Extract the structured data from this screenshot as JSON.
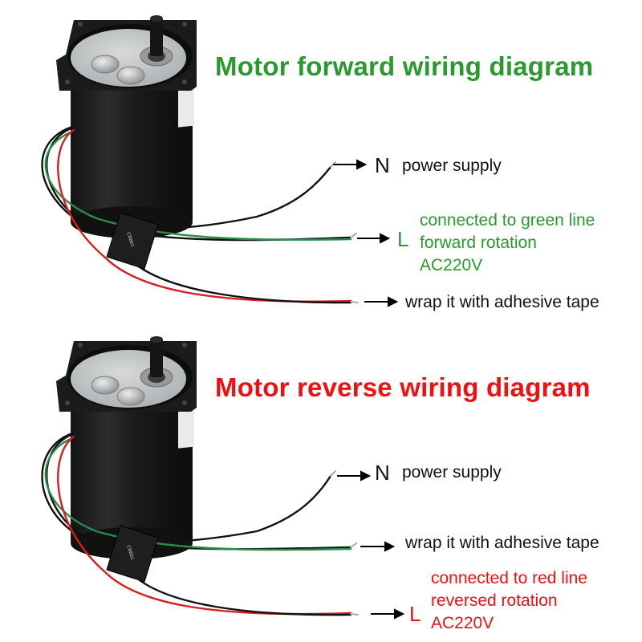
{
  "colors": {
    "forward": "#2a9a2e",
    "reverse": "#ee1111",
    "text": "#111111"
  },
  "forward": {
    "title": "Motor forward wiring diagram",
    "n_pin": "N",
    "n_label": "power supply",
    "l_pin": "L",
    "l_note": [
      "connected to green line",
      "forward rotation",
      "AC220V"
    ],
    "tape_label": "wrap it with adhesive tape"
  },
  "reverse": {
    "title": "Motor reverse wiring diagram",
    "n_pin": "N",
    "n_label": "power supply",
    "tape_label": "wrap it with adhesive tape",
    "l_pin": "L",
    "l_note": [
      "connected to red line",
      "reversed rotation",
      "AC220V"
    ]
  },
  "components": {
    "motor": "ac-gear-motor",
    "capacitor": "run-capacitor",
    "wires": [
      "black",
      "black",
      "green",
      "red"
    ]
  }
}
